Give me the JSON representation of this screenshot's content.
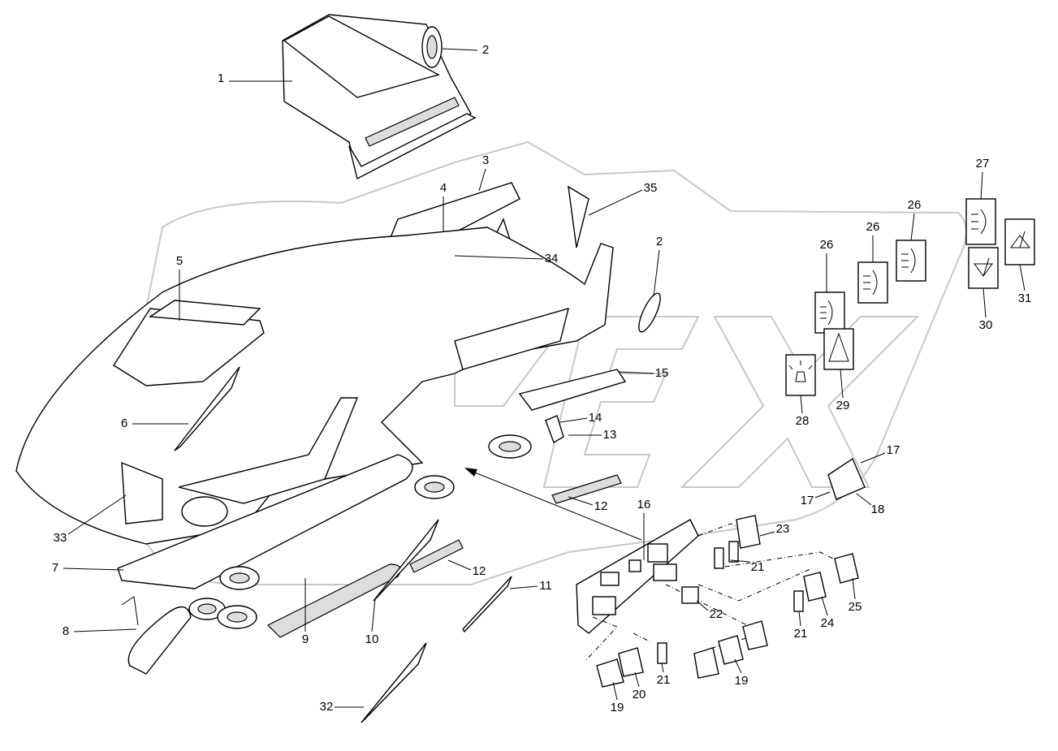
{
  "diagram": {
    "type": "exploded parts diagram",
    "watermark": "OPEX",
    "callouts": [
      "1",
      "2",
      "3",
      "4",
      "5",
      "6",
      "7",
      "8",
      "9",
      "10",
      "11",
      "12",
      "12",
      "13",
      "14",
      "15",
      "16",
      "17",
      "17",
      "18",
      "19",
      "19",
      "20",
      "21",
      "21",
      "21",
      "22",
      "23",
      "24",
      "25",
      "26",
      "26",
      "26",
      "27",
      "28",
      "29",
      "30",
      "31",
      "32",
      "33",
      "34",
      "35",
      "2"
    ],
    "colors": {
      "line": "#000000",
      "watermark": "#c8c8c8"
    }
  }
}
